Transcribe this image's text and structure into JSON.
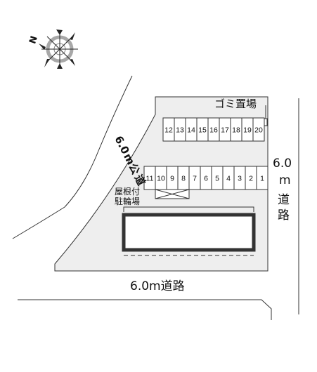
{
  "compass": {
    "north_label": "N",
    "icon": "compass-rose-icon"
  },
  "labels": {
    "garbage": "ゴミ置場",
    "road_right_width": "6.0",
    "road_right_unit": "m",
    "road_right_kanji": [
      "道",
      "路"
    ],
    "road_bottom": "6.0m道路",
    "park_road_width": "6.0",
    "park_road_unit": "m",
    "park_road_kanji": [
      "公",
      "道"
    ],
    "bike_parking_line1": "屋根付",
    "bike_parking_line2": "駐輪場"
  },
  "parking_rows": {
    "top": [
      "12",
      "13",
      "14",
      "15",
      "16",
      "17",
      "18",
      "19",
      "20"
    ],
    "bottom": [
      "11",
      "10",
      "9",
      "8",
      "7",
      "6",
      "5",
      "4",
      "3",
      "2",
      "1"
    ]
  },
  "colors": {
    "lot_fill": "#eeeeee",
    "line": "#333333",
    "building": "#333333",
    "compass_ring": "#999999"
  }
}
